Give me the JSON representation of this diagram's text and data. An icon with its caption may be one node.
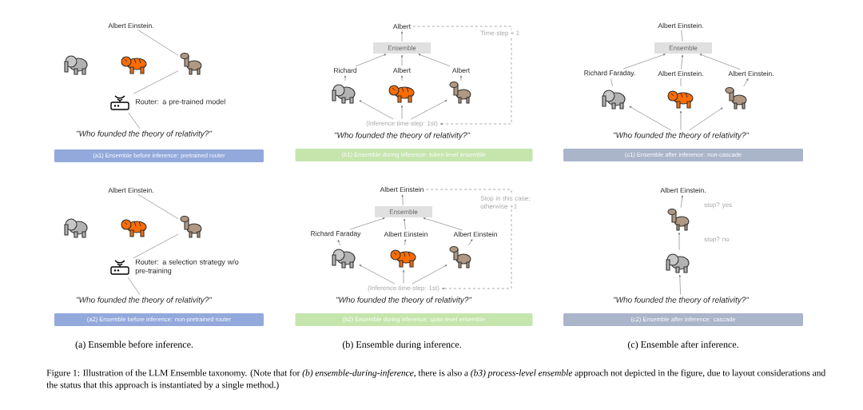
{
  "diagram": {
    "caption": "Figure 1: Illustration of the LLM Ensemble taxonomy. (Note that for *(b) ensemble-during-inference*, there is also a *(b3) process-level ensemble* approach not depicted in the figure, due to layout considerations and the status that this approach is instantiated by a single method.)",
    "nodes": [
      {
        "text": [
          "Albert Einstein."
        ]
      },
      {
        "text": [],
        "shape": "elephant"
      },
      {
        "text": [],
        "shape": "tiger"
      },
      {
        "text": [],
        "shape": "llama"
      },
      {
        "text": [],
        "shape": "router",
        "beside": [
          "Router: a pre-trained model"
        ]
      },
      {
        "text": [
          "\"Who founded the theory of relativity?\""
        ]
      },
      {
        "text": [
          "(a1) Ensemble before inference: pretrained router"
        ]
      },
      {
        "text": [
          "Albert"
        ]
      },
      {
        "text": [
          "Ensemble"
        ]
      },
      {
        "text": [
          "Richard"
        ]
      },
      {
        "text": [
          "Albert"
        ]
      },
      {
        "text": [
          "Albert"
        ]
      },
      {
        "text": [],
        "shape": "elephant"
      },
      {
        "text": [],
        "shape": "tiger"
      },
      {
        "text": [],
        "shape": "llama"
      },
      {
        "text": [
          "(Inference time-step: 1st)"
        ]
      },
      {
        "text": [
          "\"Who founded the theory of relativity?\""
        ]
      },
      {
        "text": [
          "(b1) Ensemble during inference: token-level ensemble"
        ]
      },
      {
        "text": [
          "Albert Einstein."
        ]
      },
      {
        "text": [
          "Ensemble"
        ]
      },
      {
        "text": [
          "Richard Faraday."
        ]
      },
      {
        "text": [
          "Albert Einstein."
        ]
      },
      {
        "text": [
          "Albert Einstein."
        ]
      },
      {
        "text": [],
        "shape": "elephant"
      },
      {
        "text": [],
        "shape": "tiger"
      },
      {
        "text": [],
        "shape": "llama"
      },
      {
        "text": [
          "\"Who founded the theory of relativity?\""
        ]
      },
      {
        "text": [
          "(c1) Ensemble after inference: non-cascade"
        ]
      },
      {
        "text": [
          "Albert Einstein."
        ]
      },
      {
        "text": [],
        "shape": "elephant"
      },
      {
        "text": [],
        "shape": "tiger"
      },
      {
        "text": [],
        "shape": "llama"
      },
      {
        "text": [],
        "shape": "router",
        "beside": [
          "Router: a selection strategy w/o pre-training"
        ]
      },
      {
        "text": [
          "\"Who founded the theory of relativity?\""
        ]
      },
      {
        "text": [
          "(a2) Ensemble before inference: non-pretrained router"
        ]
      },
      {
        "text": [
          "Albert Einstein"
        ]
      },
      {
        "text": [
          "Ensemble"
        ]
      },
      {
        "text": [
          "Richard Faraday"
        ]
      },
      {
        "text": [
          "Albert Einstein"
        ]
      },
      {
        "text": [
          "Albert Einstein"
        ]
      },
      {
        "text": [],
        "shape": "elephant"
      },
      {
        "text": [],
        "shape": "tiger"
      },
      {
        "text": [],
        "shape": "llama"
      },
      {
        "text": [
          "(Inference time-step: 1st)"
        ]
      },
      {
        "text": [
          "\"Who founded the theory of relativity?\""
        ]
      },
      {
        "text": [
          "(b2) Ensemble during inference: span-level ensemble"
        ]
      },
      {
        "text": [
          "Albert Einstein."
        ]
      },
      {
        "text": [],
        "shape": "llama"
      },
      {
        "text": [],
        "shape": "elephant"
      },
      {
        "text": [
          "\"Who founded the theory of relativity?\""
        ]
      },
      {
        "text": [
          "(c2) Ensemble after inference: cascade"
        ]
      }
    ],
    "edges": [
      {
        "from": 5,
        "to": 4,
        "arrow": "none"
      },
      {
        "from": 4,
        "to": 3,
        "arrow": "none"
      },
      {
        "from": 3,
        "to": 0,
        "arrow": "none"
      },
      {
        "from": 8,
        "to": 7,
        "arrow": "to"
      },
      {
        "from": 9,
        "to": 8,
        "arrow": "to"
      },
      {
        "from": 10,
        "to": 8,
        "arrow": "to"
      },
      {
        "from": 11,
        "to": 8,
        "arrow": "to"
      },
      {
        "from": 12,
        "to": 9,
        "arrow": "to"
      },
      {
        "from": 13,
        "to": 10,
        "arrow": "to"
      },
      {
        "from": 14,
        "to": 11,
        "arrow": "to"
      },
      {
        "from": 15,
        "to": 12,
        "arrow": "to"
      },
      {
        "from": 15,
        "to": 13,
        "arrow": "to"
      },
      {
        "from": 15,
        "to": 14,
        "arrow": "to"
      },
      {
        "from": 7,
        "to": 15,
        "arrow": "to",
        "style": "dashed",
        "label": "Time-step + 1"
      },
      {
        "from": 19,
        "to": 18,
        "arrow": "none"
      },
      {
        "from": 20,
        "to": 19,
        "arrow": "to"
      },
      {
        "from": 21,
        "to": 19,
        "arrow": "to"
      },
      {
        "from": 22,
        "to": 19,
        "arrow": "to"
      },
      {
        "from": 23,
        "to": 20,
        "arrow": "none"
      },
      {
        "from": 24,
        "to": 21,
        "arrow": "none"
      },
      {
        "from": 25,
        "to": 22,
        "arrow": "to"
      },
      {
        "from": 26,
        "to": 23,
        "arrow": "to"
      },
      {
        "from": 26,
        "to": 24,
        "arrow": "to"
      },
      {
        "from": 26,
        "to": 25,
        "arrow": "to"
      },
      {
        "from": 33,
        "to": 32,
        "arrow": "none"
      },
      {
        "from": 32,
        "to": 31,
        "arrow": "none"
      },
      {
        "from": 31,
        "to": 28,
        "arrow": "none"
      },
      {
        "from": 36,
        "to": 35,
        "arrow": "to"
      },
      {
        "from": 37,
        "to": 36,
        "arrow": "to"
      },
      {
        "from": 38,
        "to": 36,
        "arrow": "to"
      },
      {
        "from": 39,
        "to": 36,
        "arrow": "to"
      },
      {
        "from": 40,
        "to": 37,
        "arrow": "to"
      },
      {
        "from": 41,
        "to": 38,
        "arrow": "to"
      },
      {
        "from": 42,
        "to": 39,
        "arrow": "to"
      },
      {
        "from": 43,
        "to": 40,
        "arrow": "to"
      },
      {
        "from": 43,
        "to": 41,
        "arrow": "to"
      },
      {
        "from": 43,
        "to": 42,
        "arrow": "to"
      },
      {
        "from": 35,
        "to": 43,
        "arrow": "to",
        "style": "dashed",
        "label": "Stop in this case; otherwise +1"
      },
      {
        "from": 49,
        "to": 48,
        "arrow": "to"
      },
      {
        "from": 48,
        "to": 47,
        "arrow": "to",
        "label": "stop? no"
      },
      {
        "from": 47,
        "to": 46,
        "arrow": "to",
        "label": "stop? yes"
      }
    ],
    "labels": [
      "(a) Ensemble before inference.",
      "(b) Ensemble during inference.",
      "(c) Ensemble after inference."
    ]
  }
}
